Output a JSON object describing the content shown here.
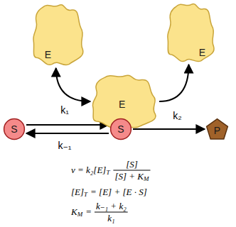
{
  "diagram": {
    "nodes": [
      {
        "text": [
          "E"
        ]
      },
      {
        "text": [
          "E"
        ]
      },
      {
        "text": [
          "E"
        ]
      },
      {
        "text": [
          "S"
        ]
      },
      {
        "text": [
          "S"
        ]
      },
      {
        "text": [
          "P"
        ]
      }
    ],
    "edges": [
      {
        "from": 0,
        "to": 2,
        "arrow": "both"
      },
      {
        "from": 2,
        "to": 1,
        "arrow": "to"
      },
      {
        "from": 3,
        "to": 4,
        "label": "k₁",
        "arrow": "to"
      },
      {
        "from": 4,
        "to": 3,
        "label": "k₋₁",
        "arrow": "to"
      },
      {
        "from": 4,
        "to": 5,
        "label": "k₂",
        "arrow": "to"
      }
    ],
    "labels": [
      "v = k₂[E]",
      "T",
      "[S]",
      "[S] + K",
      "M",
      "[E]",
      "T",
      "= [E] + [E · S]",
      "K",
      "M",
      "=",
      "k₋₁ + k₂",
      "k₁"
    ]
  }
}
